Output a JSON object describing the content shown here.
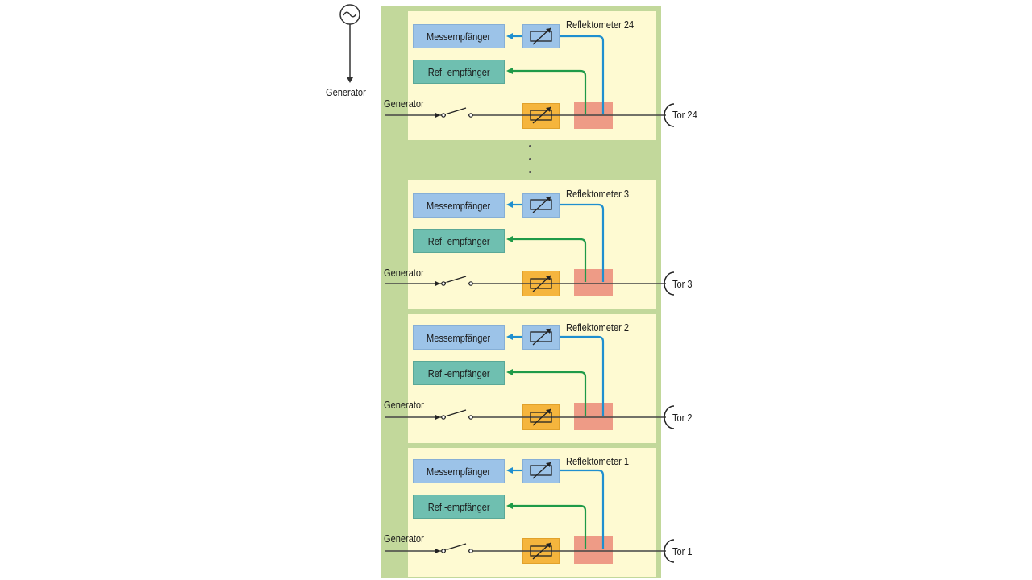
{
  "top_generator_label": "Generator",
  "continuation_dots": "·  ·  ·",
  "blocks": [
    {
      "title": "Reflektometer 24",
      "meas": "Messempfänger",
      "ref": "Ref.-empfänger",
      "gen": "Generator",
      "port": "Tor 24"
    },
    {
      "title": "Reflektometer 3",
      "meas": "Messempfänger",
      "ref": "Ref.-empfänger",
      "gen": "Generator",
      "port": "Tor 3"
    },
    {
      "title": "Reflektometer 2",
      "meas": "Messempfänger",
      "ref": "Ref.-empfänger",
      "gen": "Generator",
      "port": "Tor 2"
    },
    {
      "title": "Reflektometer 1",
      "meas": "Messempfänger",
      "ref": "Ref.-empfänger",
      "gen": "Generator",
      "port": "Tor 1"
    }
  ],
  "colors": {
    "panel": "#c2d89b",
    "block": "#fefad2",
    "measurement_receiver": "#9cc3e8",
    "reference_receiver": "#6fbfb0",
    "attenuator": "#f5b53d",
    "coupler": "#ee9b86",
    "meas_line": "#1f8fcf",
    "ref_line": "#1f9a48"
  }
}
